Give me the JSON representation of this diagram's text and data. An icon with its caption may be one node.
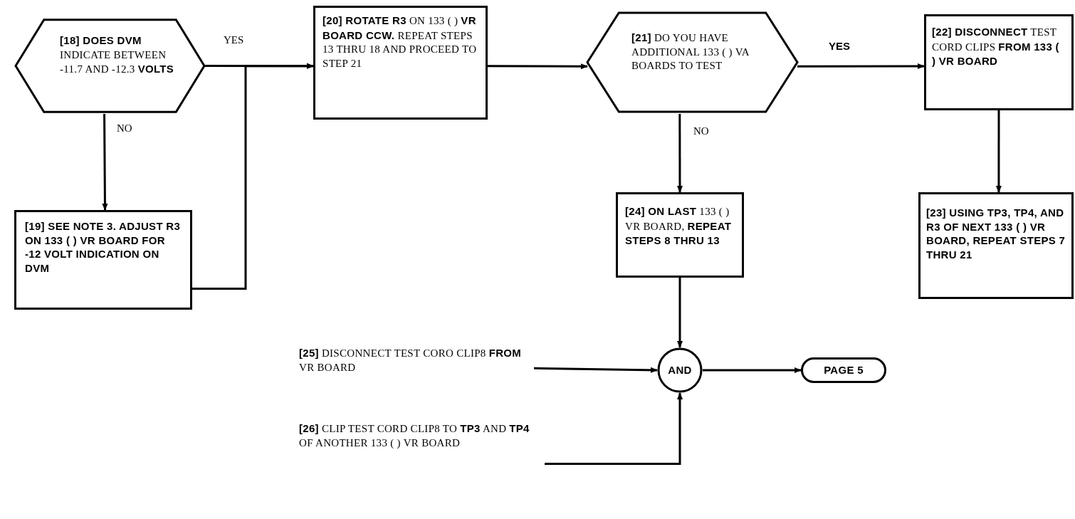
{
  "diagram": {
    "nodes": [
      {
        "text": [
          "**[18] DOES DVM** INDICATE BETWEEN -11.7 AND -12.3 **VOLTS**"
        ]
      },
      {
        "text": [
          "[19] SEE NOTE 3. ADJUST R3 ON 133 ( ) VR BOARD FOR -12 VOLT INDICATION ON DVM"
        ]
      },
      {
        "text": [
          "**[20] ROTATE R3** ON 133 ( ) **VR BOARD CCW.** REPEAT STEPS 13 THRU 18 AND PROCEED TO STEP 21"
        ]
      },
      {
        "text": [
          "**[21]** DO YOU HAVE ADDITIONAL 133 ( ) VA BOARDS TO TEST"
        ]
      },
      {
        "text": [
          "**[22] DISCONNECT** TEST CORD CLIPS **FROM 133 ( ) VR BOARD**"
        ]
      },
      {
        "text": [
          "[23] USING TP3, TP4, AND R3 OF NEXT 133 ( ) VR BOARD, REPEAT STEPS 7 THRU 21"
        ]
      },
      {
        "text": [
          "**[24] ON LAST** 133 ( ) VR BOARD, **REPEAT STEPS 8 THRU 13**"
        ]
      },
      {
        "text": [
          "**[25]** DISCONNECT TEST CORO CLIP8 **FROM** VR BOARD"
        ]
      },
      {
        "text": [
          "**[26]** CLIP TEST CORD CLIP8 TO **TP3** AND **TP4** OF ANOTHER 133 ( ) VR BOARD"
        ]
      },
      {
        "text": [
          "AND"
        ]
      },
      {
        "text": [
          "PAGE 5"
        ]
      }
    ],
    "edges": [
      {
        "from": 0,
        "to": 2,
        "arrow": "to",
        "label": "YES"
      },
      {
        "from": 0,
        "to": 1,
        "arrow": "to",
        "label": "NO"
      },
      {
        "from": 1,
        "to": 2,
        "arrow": "to"
      },
      {
        "from": 2,
        "to": 3,
        "arrow": "to"
      },
      {
        "from": 3,
        "to": 4,
        "arrow": "to",
        "label": "YES"
      },
      {
        "from": 3,
        "to": 6,
        "arrow": "to",
        "label": "NO"
      },
      {
        "from": 4,
        "to": 5,
        "arrow": "to"
      },
      {
        "from": 6,
        "to": 9,
        "arrow": "to"
      },
      {
        "from": 7,
        "to": 9,
        "arrow": "to"
      },
      {
        "from": 8,
        "to": 9,
        "arrow": "to"
      },
      {
        "from": 9,
        "to": 10,
        "arrow": "to"
      }
    ]
  }
}
